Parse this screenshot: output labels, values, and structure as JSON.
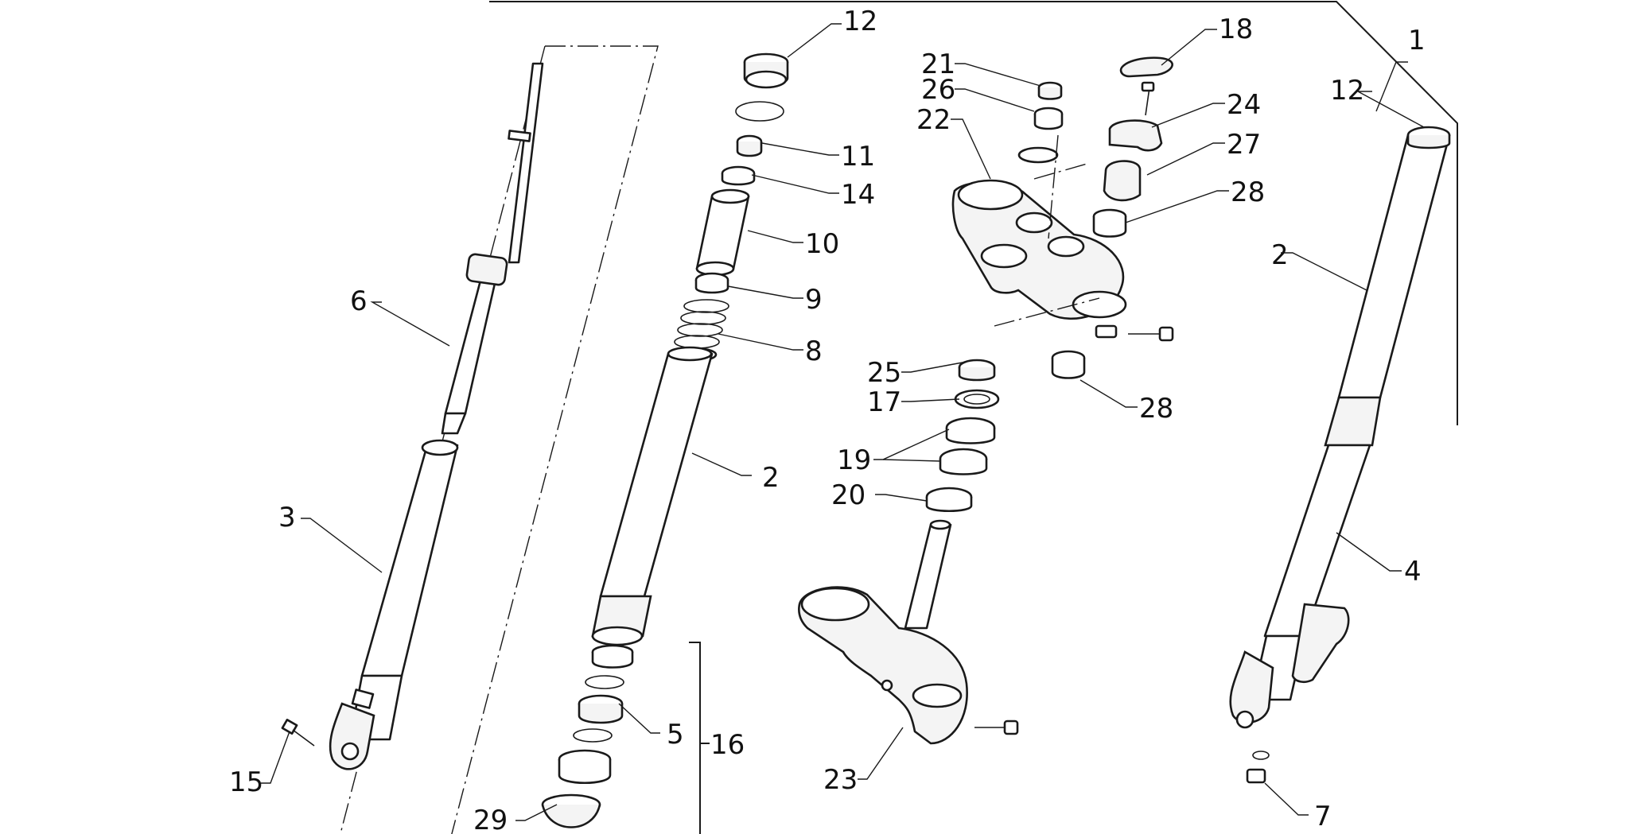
{
  "callouts": [
    {
      "id": "c1",
      "text": "1"
    },
    {
      "id": "c12a",
      "text": "12"
    },
    {
      "id": "c12b",
      "text": "12"
    },
    {
      "id": "c18",
      "text": "18"
    },
    {
      "id": "c21",
      "text": "21"
    },
    {
      "id": "c26",
      "text": "26"
    },
    {
      "id": "c22",
      "text": "22"
    },
    {
      "id": "c24",
      "text": "24"
    },
    {
      "id": "c27",
      "text": "27"
    },
    {
      "id": "c28a",
      "text": "28"
    },
    {
      "id": "c28b",
      "text": "28"
    },
    {
      "id": "c11",
      "text": "11"
    },
    {
      "id": "c14",
      "text": "14"
    },
    {
      "id": "c10",
      "text": "10"
    },
    {
      "id": "c9",
      "text": "9"
    },
    {
      "id": "c8",
      "text": "8"
    },
    {
      "id": "c2a",
      "text": "2"
    },
    {
      "id": "c2b",
      "text": "2"
    },
    {
      "id": "c6",
      "text": "6"
    },
    {
      "id": "c3",
      "text": "3"
    },
    {
      "id": "c15",
      "text": "15"
    },
    {
      "id": "c5",
      "text": "5"
    },
    {
      "id": "c16",
      "text": "16"
    },
    {
      "id": "c29",
      "text": "29"
    },
    {
      "id": "c25",
      "text": "25"
    },
    {
      "id": "c17",
      "text": "17"
    },
    {
      "id": "c19",
      "text": "19"
    },
    {
      "id": "c20",
      "text": "20"
    },
    {
      "id": "c23",
      "text": "23"
    },
    {
      "id": "c4",
      "text": "4"
    },
    {
      "id": "c7",
      "text": "7"
    }
  ]
}
